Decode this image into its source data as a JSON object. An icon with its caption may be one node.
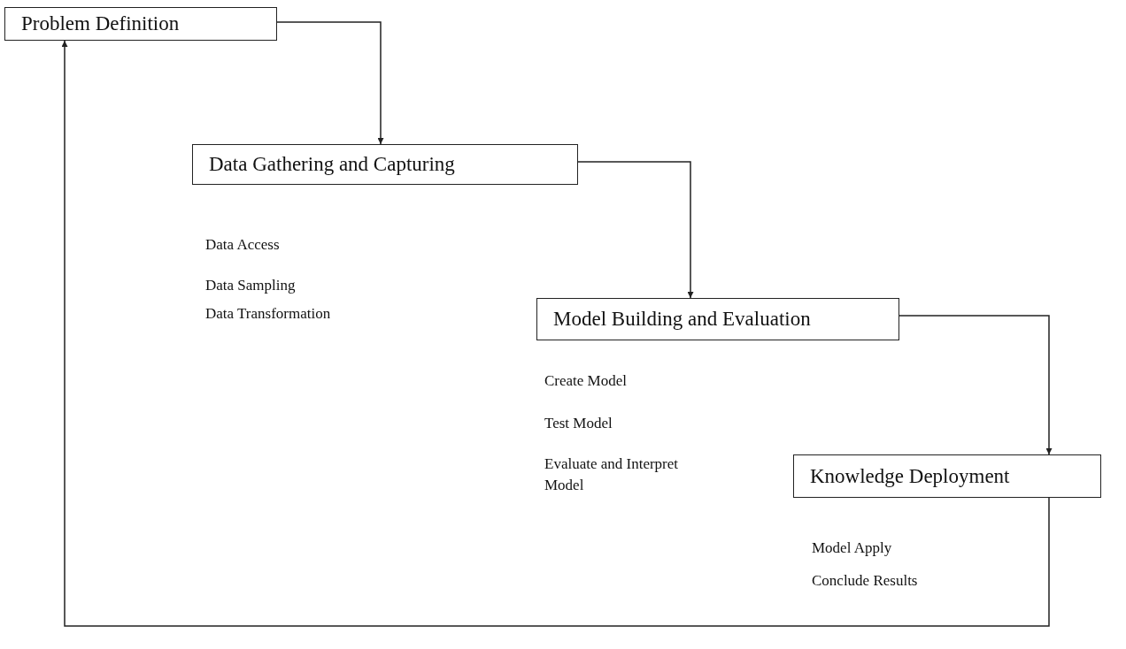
{
  "diagram": {
    "nodes": [
      {
        "text": [
          "Problem Definition"
        ]
      },
      {
        "text": [
          "Data Gathering and Capturing"
        ],
        "beside": [
          "Data Access",
          "Data Sampling",
          "Data Transformation"
        ]
      },
      {
        "text": [
          "Model Building and Evaluation"
        ],
        "beside": [
          "Create Model",
          "Test Model",
          "Evaluate and Interpret Model"
        ]
      },
      {
        "text": [
          "Knowledge Deployment"
        ],
        "beside": [
          "Model Apply",
          "Conclude Results"
        ]
      }
    ],
    "edges": [
      {
        "from": 0,
        "to": 1,
        "arrow": "to"
      },
      {
        "from": 1,
        "to": 2,
        "arrow": "to"
      },
      {
        "from": 2,
        "to": 3,
        "arrow": "to"
      },
      {
        "from": 3,
        "to": 0,
        "arrow": "to"
      }
    ]
  }
}
